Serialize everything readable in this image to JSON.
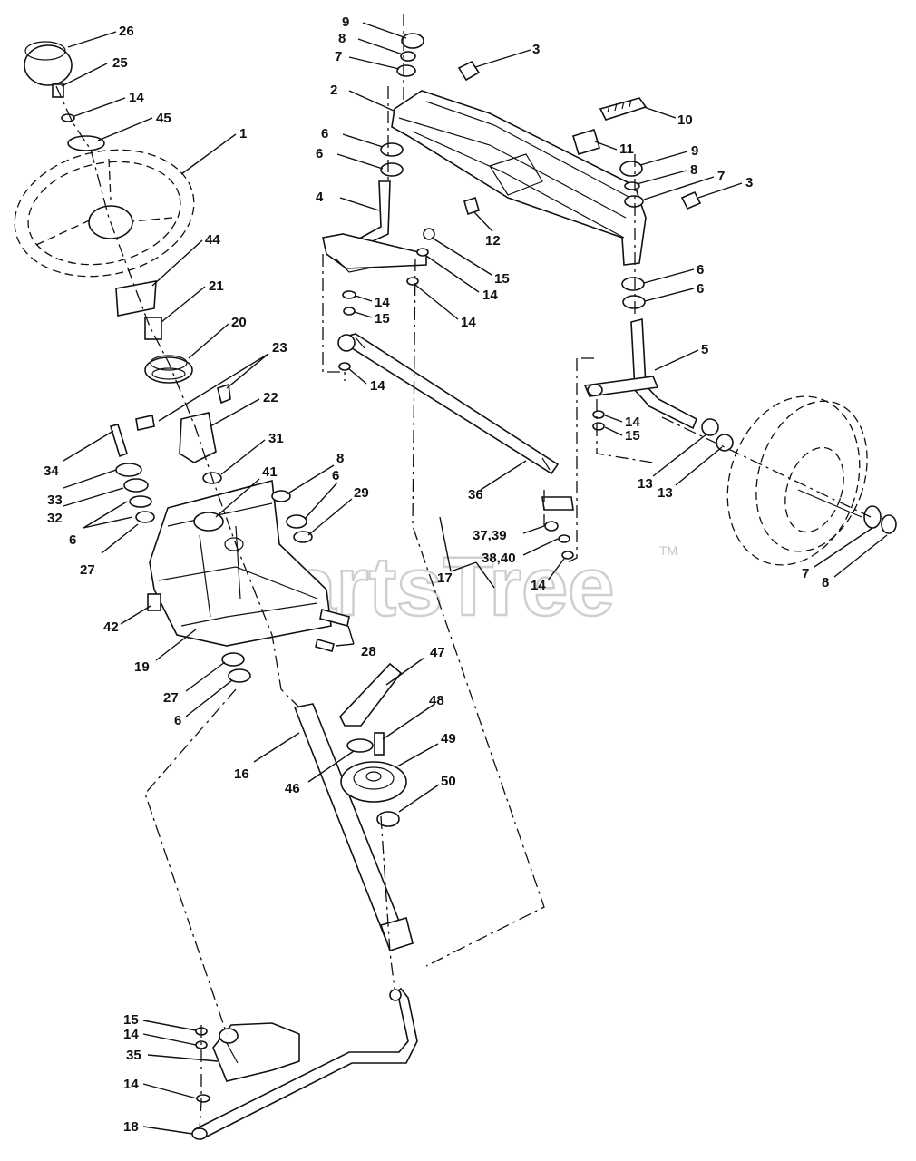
{
  "diagram": {
    "watermark": "PartsTree",
    "watermark_tm": "TM",
    "callouts": {
      "c26": "26",
      "c25": "25",
      "c14a": "14",
      "c45": "45",
      "c1": "1",
      "c44": "44",
      "c21": "21",
      "c20": "20",
      "c23": "23",
      "c22": "22",
      "c31": "31",
      "c34": "34",
      "c33": "33",
      "c32": "32",
      "c6a": "6",
      "c27a": "27",
      "c41": "41",
      "c8a": "8",
      "c6b": "6",
      "c29": "29",
      "c42": "42",
      "c19": "19",
      "c28": "28",
      "c27b": "27",
      "c6c": "6",
      "c16": "16",
      "c46": "46",
      "c47": "47",
      "c48": "48",
      "c49": "49",
      "c50": "50",
      "c9a": "9",
      "c8b": "8",
      "c7a": "7",
      "c2": "2",
      "c3a": "3",
      "c10": "10",
      "c6d": "6",
      "c6e": "6",
      "c11": "11",
      "c4": "4",
      "c9b": "9",
      "c8c": "8",
      "c7b": "7",
      "c3b": "3",
      "c12": "12",
      "c15a": "15",
      "c14b": "14",
      "c14c": "14",
      "c15b": "15",
      "c14d": "14",
      "c14e": "14",
      "c6f": "6",
      "c6g": "6",
      "c5": "5",
      "c14f": "14",
      "c15c": "15",
      "c13a": "13",
      "c13b": "13",
      "c36": "36",
      "c3739": "37,39",
      "c3840": "38,40",
      "c17": "17",
      "c14g": "14",
      "c7c": "7",
      "c8d": "8",
      "c15d": "15",
      "c14h": "14",
      "c35": "35",
      "c14i": "14",
      "c18": "18"
    }
  }
}
